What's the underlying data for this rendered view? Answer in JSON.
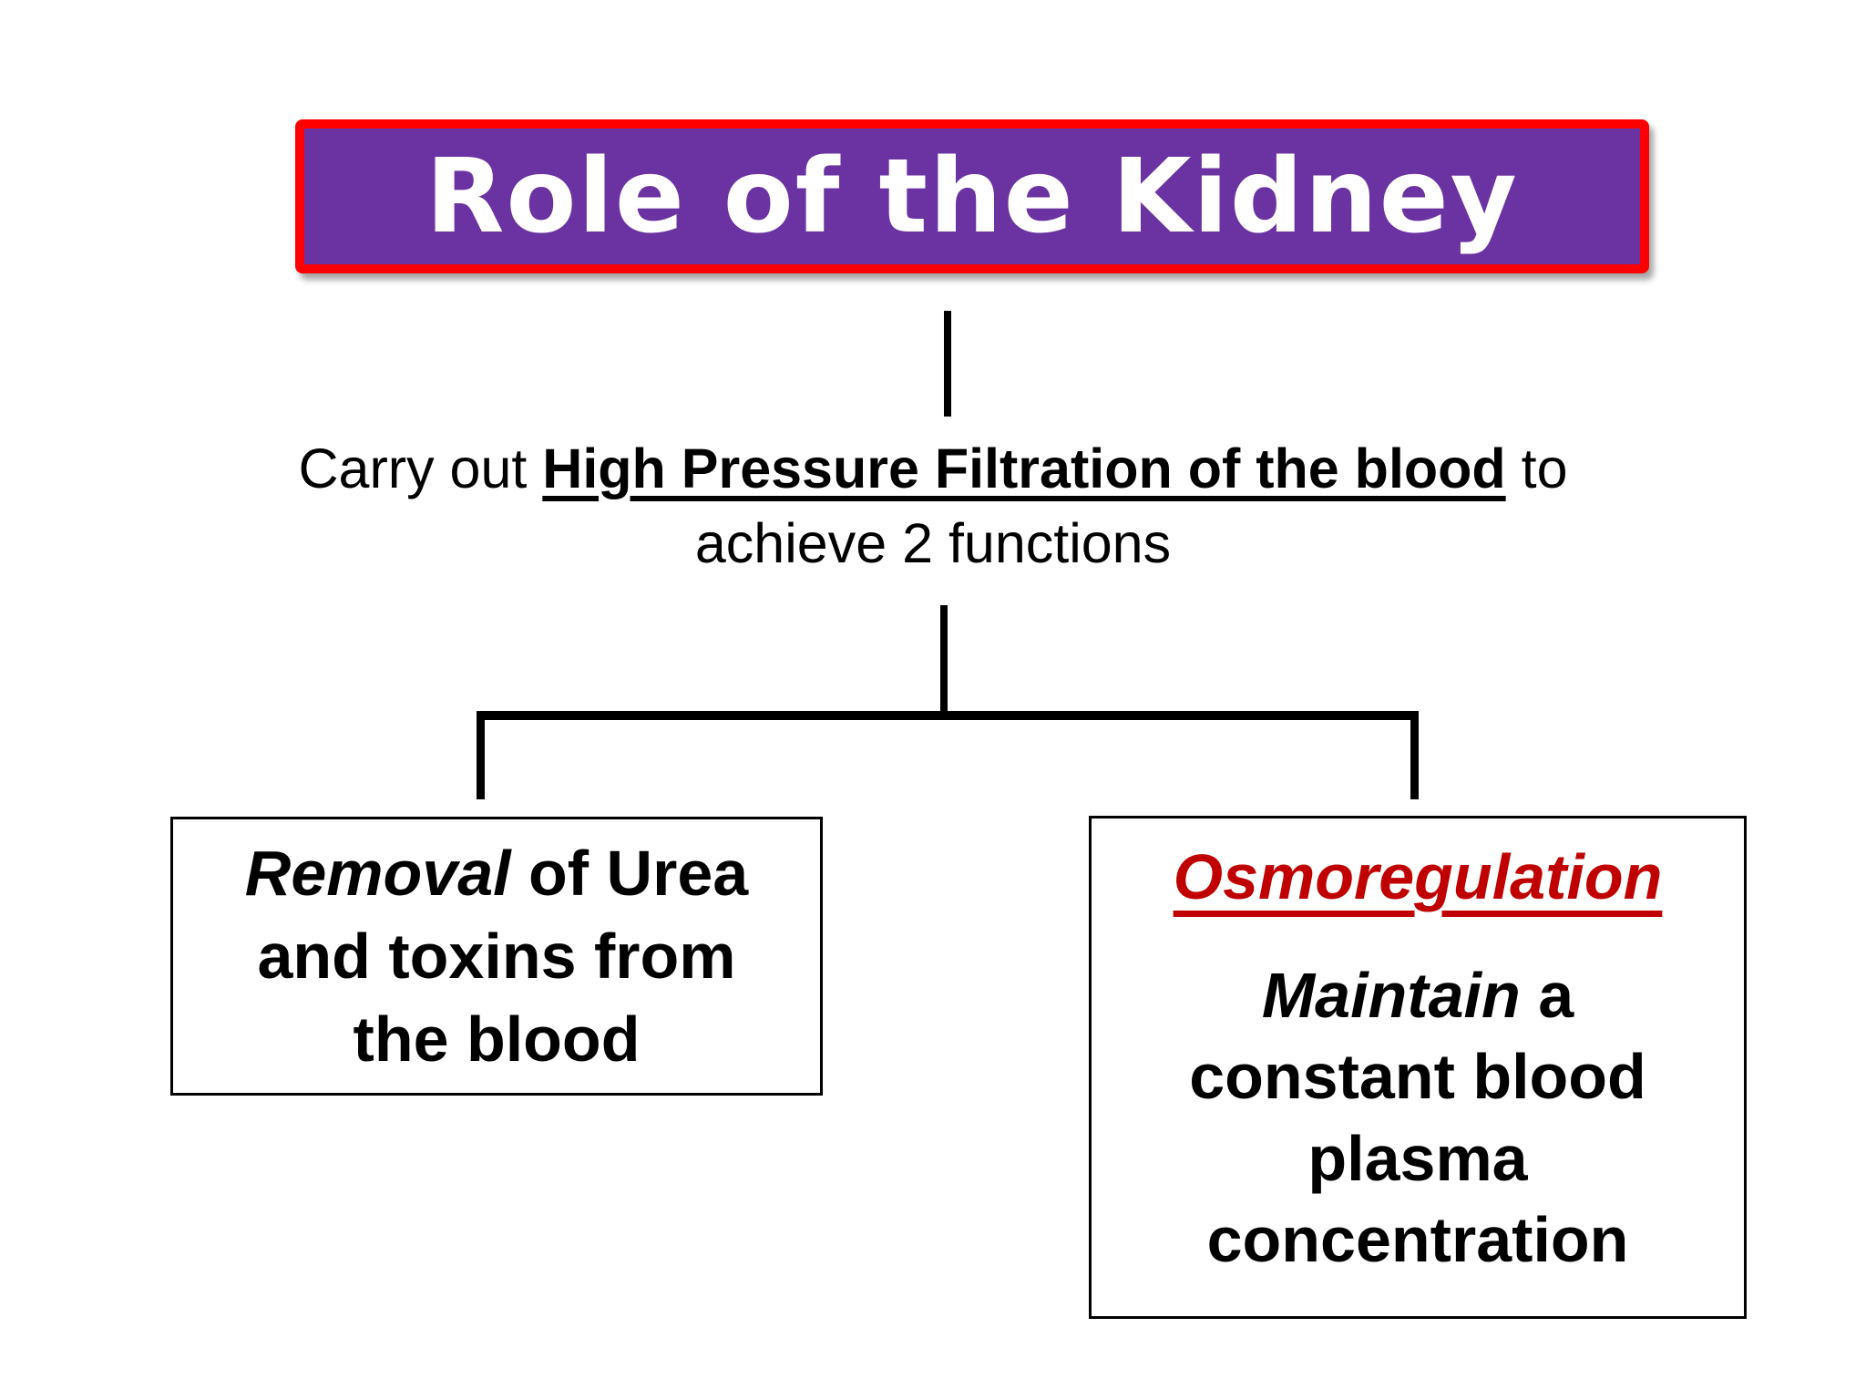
{
  "slide": {
    "title": "Role of the Kidney",
    "statement": {
      "prefix": "Carry out ",
      "emphasis": "High Pressure Filtration of the blood",
      "suffix": " to",
      "line2": "achieve 2 functions"
    },
    "left_box": {
      "italic_lead": "Removal",
      "line1_rest": " of Urea",
      "line2": "and toxins from",
      "line3": "the blood"
    },
    "right_box": {
      "title": "Osmoregulation",
      "italic_lead": "Maintain",
      "line1_rest": " a",
      "line2": "constant blood",
      "line3": "plasma",
      "line4": "concentration"
    }
  },
  "colors": {
    "header_fill": "#6B32A2",
    "header_border": "#FF0000",
    "header_text": "#FFFFFF",
    "accent_red": "#C00000",
    "connector": "#000000",
    "box_border": "#000000",
    "background": "#FFFFFF"
  }
}
